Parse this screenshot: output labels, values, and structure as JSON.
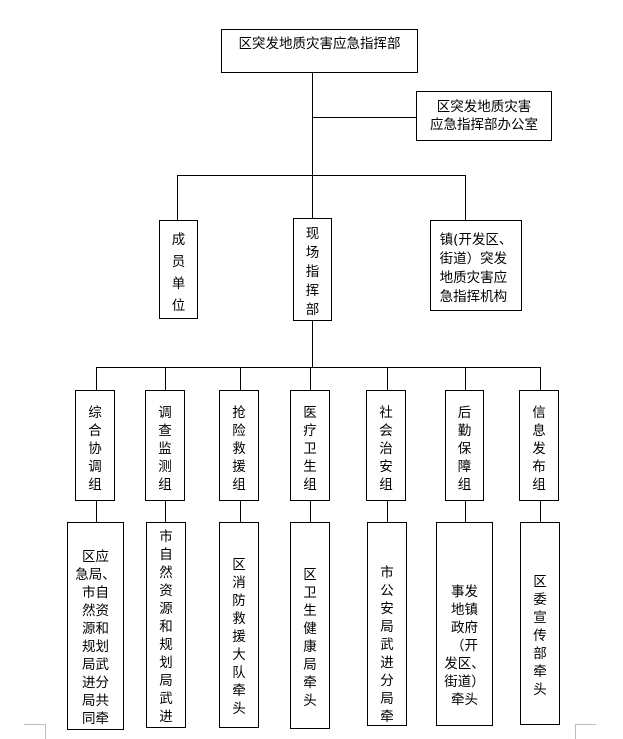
{
  "root": {
    "label": "区突发地质灾害应急指挥部"
  },
  "office": {
    "label": "区突发地质灾害\n应急指挥部办公室"
  },
  "level2": [
    {
      "label": "成\n员\n单\n位"
    },
    {
      "label": "现\n场\n指\n挥\n部"
    },
    {
      "label": "镇(开发区、\n街道）突发\n地质灾害应\n急指挥机构"
    }
  ],
  "groups": [
    {
      "name": "综\n合\n协\n调\n组",
      "lead": "区应\n急局、\n市自\n然资\n源和\n规划\n局武\n进分\n局共\n同牵"
    },
    {
      "name": "调\n查\n监\n测\n组",
      "lead": "市\n自\n然\n资\n源\n和\n规\n划\n局\n武\n进"
    },
    {
      "name": "抢\n险\n救\n援\n组",
      "lead": "区\n消\n防\n救\n援\n大\n队\n牵\n头"
    },
    {
      "name": "医\n疗\n卫\n生\n组",
      "lead": "区\n卫\n生\n健\n康\n局\n牵\n头"
    },
    {
      "name": "社\n会\n治\n安\n组",
      "lead": "市\n公\n安\n局\n武\n进\n分\n局\n牵"
    },
    {
      "name": "后\n勤\n保\n障\n组",
      "lead": "事发\n地镇\n政府\n（开\n发区、\n街道）\n牵头"
    },
    {
      "name": "信\n息\n发\n布\n组",
      "lead": "区\n委\n宣\n传\n部\n牵\n头"
    }
  ]
}
